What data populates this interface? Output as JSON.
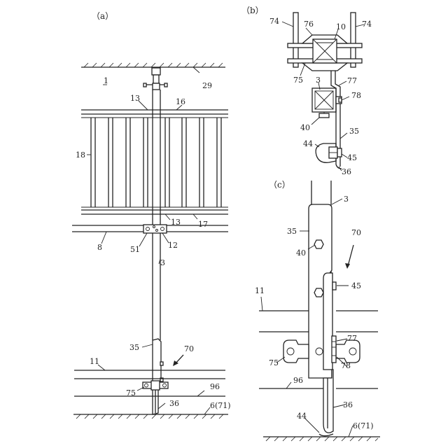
{
  "panels": {
    "a": "（a）",
    "b": "（b）",
    "c": "（c）"
  },
  "fig_a": {
    "l1": "1",
    "l29": "29",
    "l13a": "13",
    "l16": "16",
    "l18": "18",
    "l13b": "13",
    "l17": "17",
    "l8": "8",
    "l51": "51",
    "l12": "12",
    "l3": "3",
    "l35": "35",
    "l70": "70",
    "l11": "11",
    "l75": "75",
    "l96": "96",
    "l36": "36",
    "l6": "6(71)"
  },
  "fig_b": {
    "l74a": "74",
    "l74b": "74",
    "l76": "76",
    "l10": "10",
    "l75": "75",
    "l3": "3",
    "l77": "77",
    "l78": "78",
    "l40": "40",
    "l35": "35",
    "l44": "44",
    "l45": "45",
    "l36": "36"
  },
  "fig_c": {
    "l3": "3",
    "l35": "35",
    "l70": "70",
    "l40": "40",
    "l45": "45",
    "l11": "11",
    "l77": "77",
    "l75": "75",
    "l78": "78",
    "l96": "96",
    "l36": "36",
    "l44": "44",
    "l6": "6(71)"
  }
}
